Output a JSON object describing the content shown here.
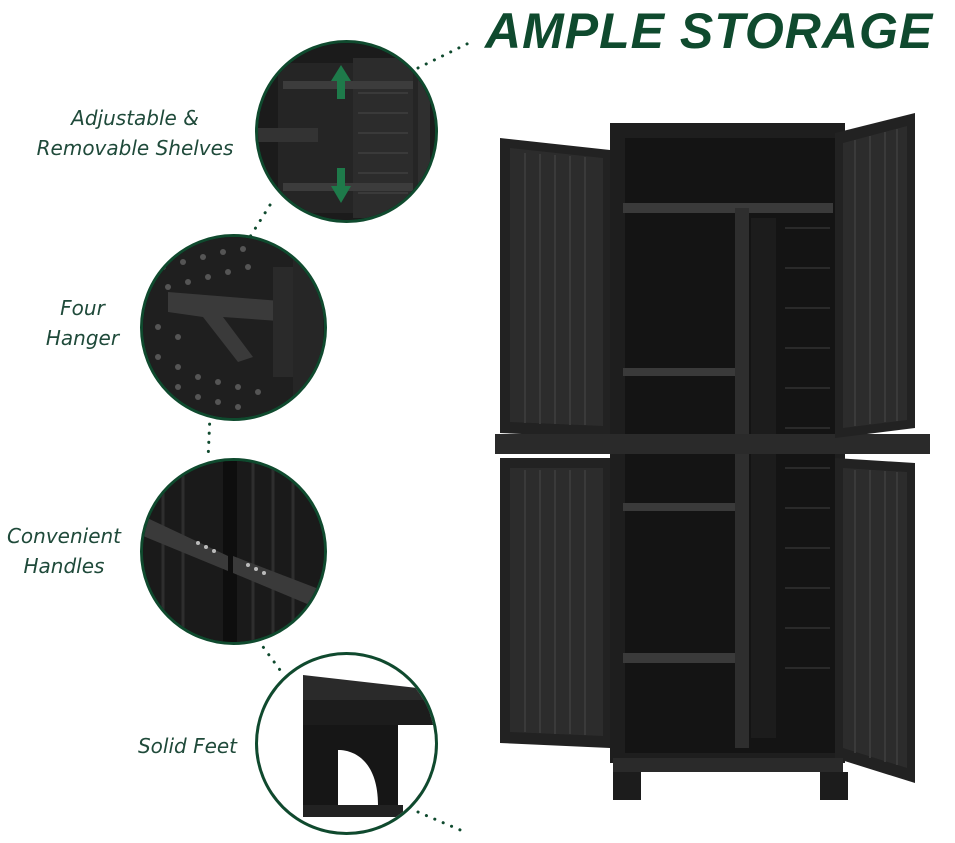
{
  "heading": "AMPLE STORAGE",
  "features": [
    {
      "line1": "Adjustable &",
      "line2": "Removable Shelves"
    },
    {
      "line1": "Four",
      "line2": "Hanger"
    },
    {
      "line1": "Convenient",
      "line2": "Handles"
    },
    {
      "line1": "Solid Feet",
      "line2": ""
    }
  ],
  "colors": {
    "accent": "#0f4a2e",
    "product": "#1a1a1a",
    "background": "#ffffff"
  }
}
